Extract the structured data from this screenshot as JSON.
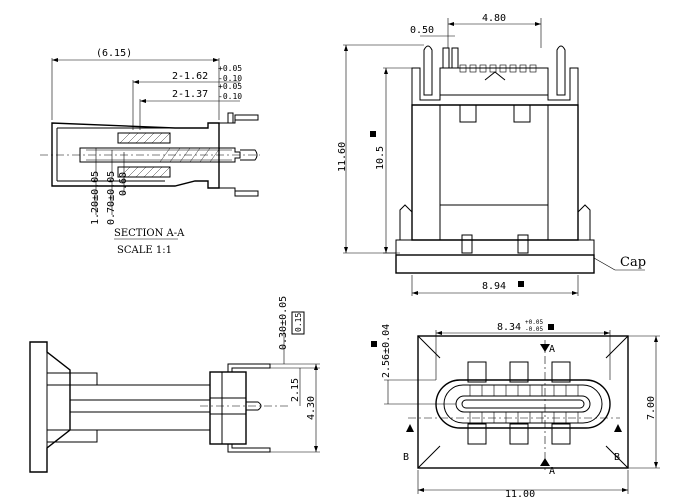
{
  "section_view": {
    "dim_overall": "(6.15)",
    "dim_a_base": "2-1.62",
    "dim_a_tol_plus": "+0.05",
    "dim_a_tol_minus": "-0.10",
    "dim_b_base": "2-1.37",
    "dim_b_tol_plus": "+0.05",
    "dim_b_tol_minus": "-0.10",
    "dim_v1": "1.20±0.05",
    "dim_v2": "0.70±0.05",
    "dim_v3": "0.60",
    "title": "SECTION A-A",
    "scale": "SCALE 1:1"
  },
  "front_view": {
    "dim_width_top": "4.80",
    "dim_pin": "0.50",
    "dim_height": "11.60",
    "dim_height_inner": "10.5",
    "dim_width_bottom": "8.94",
    "cap_label": "Cap"
  },
  "side_view": {
    "dim_a": "0.30±0.05",
    "dim_flat": "0.15",
    "dim_b": "2.15",
    "dim_c": "4.30"
  },
  "bottom_view": {
    "dim_width_inner": "8.34",
    "dim_width_tol_plus": "+0.05",
    "dim_width_tol_minus": "-0.05",
    "dim_v": "2.56±0.04",
    "dim_height": "7.00",
    "dim_width": "11.00",
    "label_a": "A",
    "label_b": "B"
  }
}
